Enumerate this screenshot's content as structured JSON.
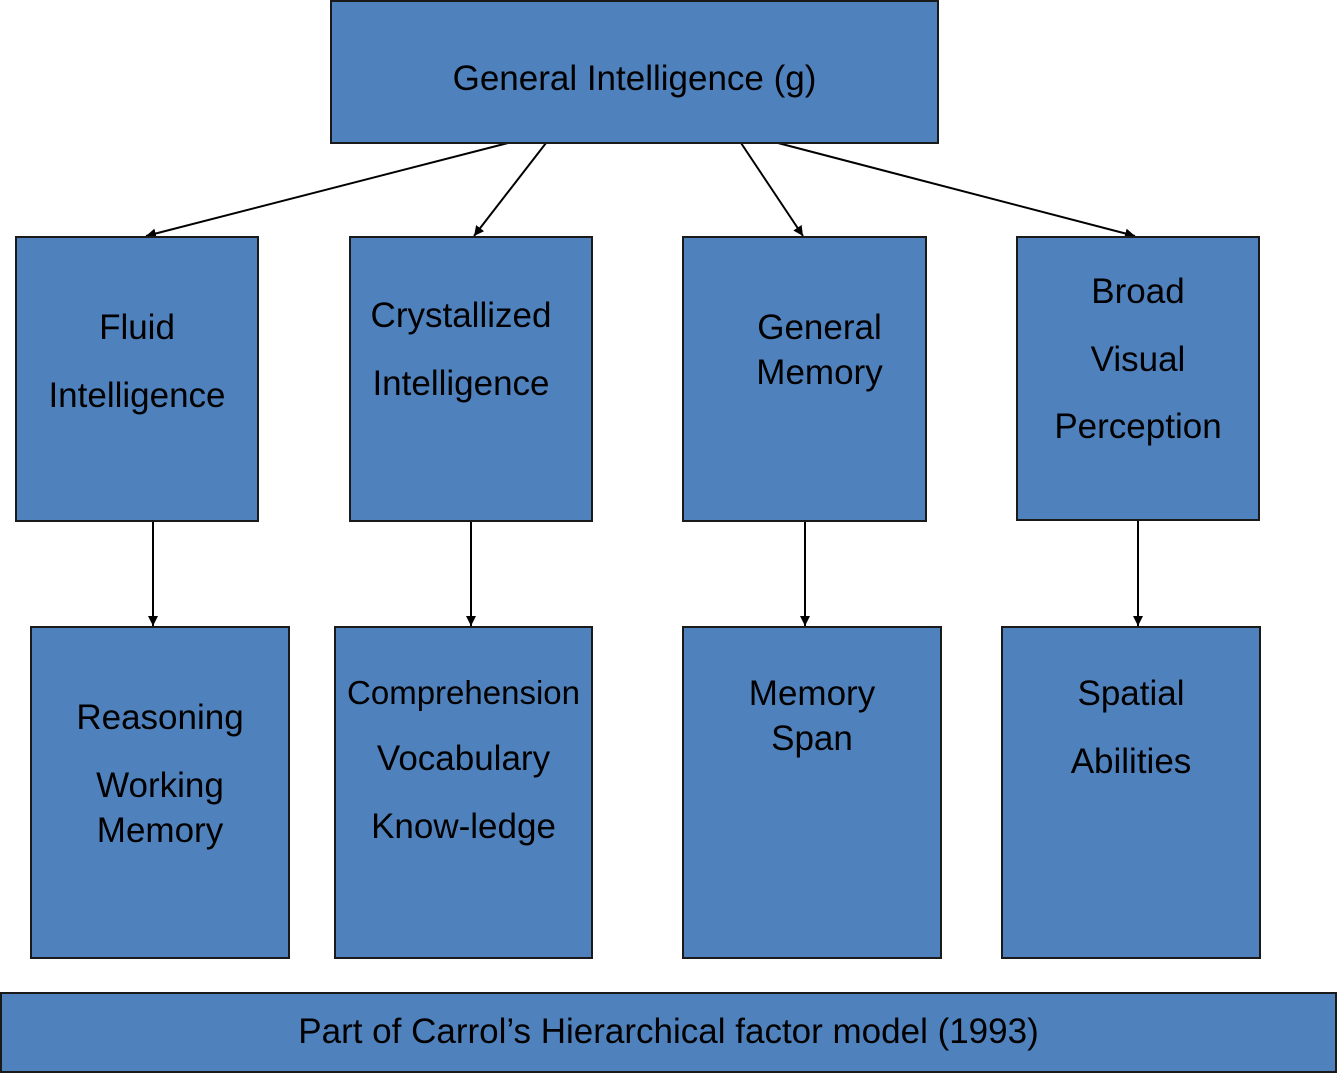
{
  "root": {
    "label": "General Intelligence (g)"
  },
  "level1": [
    {
      "line1": "Fluid",
      "line2": "Intelligence"
    },
    {
      "line1": "Crystallized",
      "line2": "Intelligence"
    },
    {
      "line1": "General",
      "line2": "Memory"
    },
    {
      "line1": "Broad",
      "line2": "Visual",
      "line3": "Perception"
    }
  ],
  "level2": [
    {
      "line1": "Reasoning",
      "line2": "Working",
      "line3": "Memory"
    },
    {
      "line1": "Comprehension",
      "line2": "Vocabulary",
      "line3": "Know-ledge"
    },
    {
      "line1": "Memory",
      "line2": "Span"
    },
    {
      "line1": "Spatial",
      "line2": "Abilities"
    }
  ],
  "caption": "Part of Carrol’s Hierarchical factor model (1993)",
  "colors": {
    "box_fill": "#4f81bd",
    "border": "#1a1a1a",
    "arrow": "#000000"
  }
}
